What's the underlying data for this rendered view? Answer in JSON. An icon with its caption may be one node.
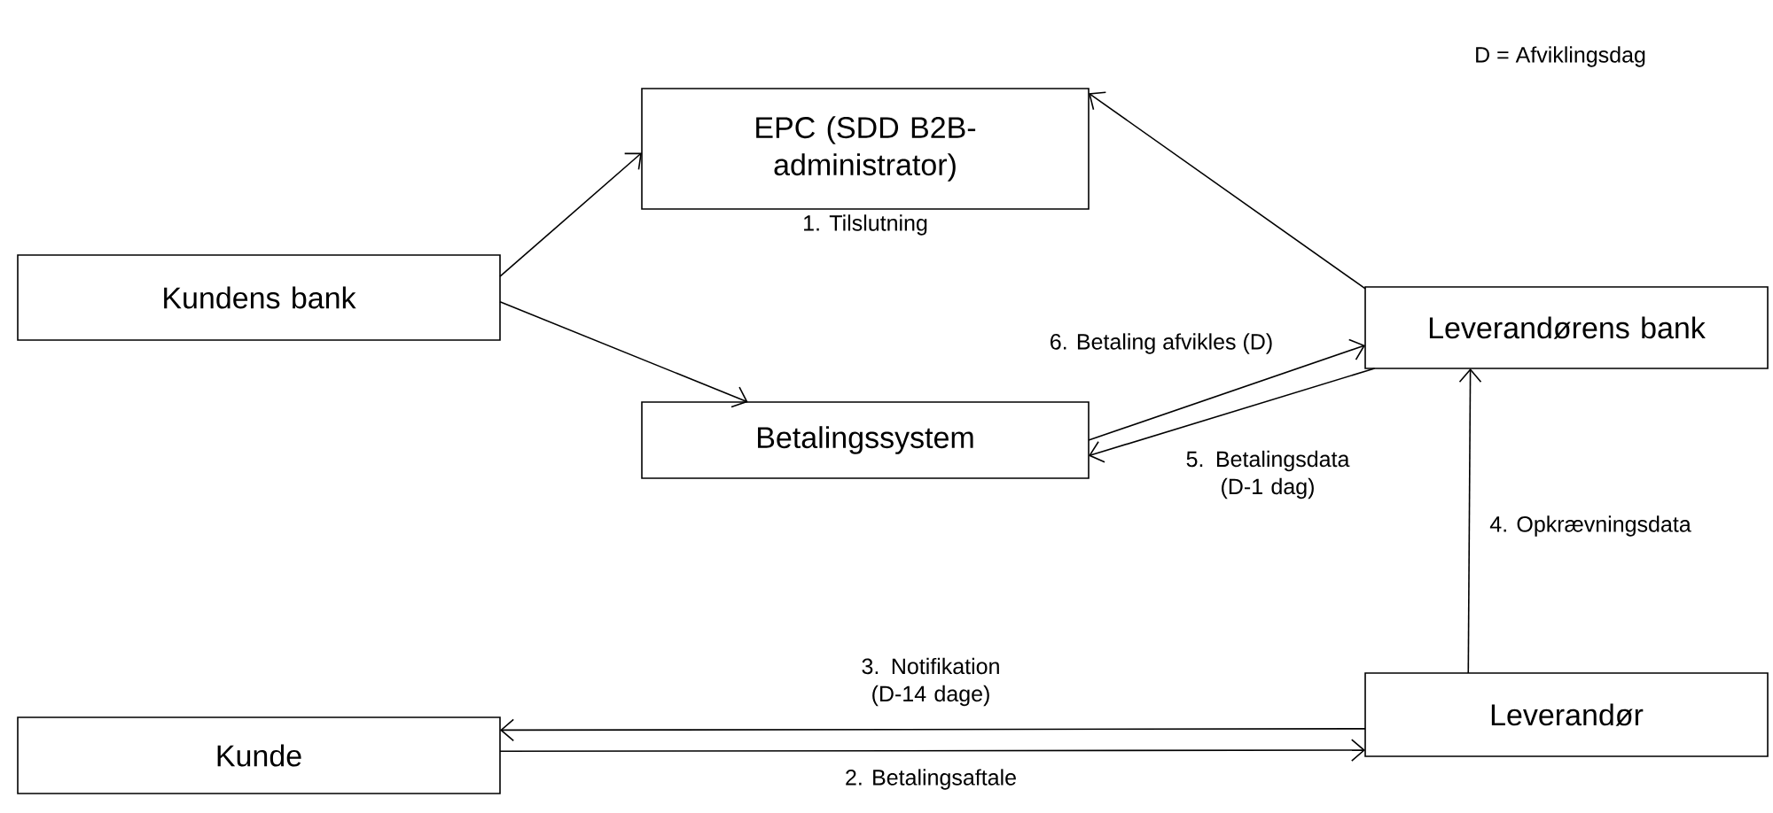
{
  "diagram": {
    "nodes": [
      {
        "text": [
          "EPC (SDD B2B-administrator)"
        ]
      },
      {
        "text": [
          "Kundens bank"
        ]
      },
      {
        "text": [
          "Leverandørens bank"
        ]
      },
      {
        "text": [
          "Betalingssystem"
        ]
      },
      {
        "text": [
          "Kunde"
        ]
      },
      {
        "text": [
          "Leverandør"
        ]
      }
    ],
    "edges": [
      {
        "from": 1,
        "to": 0,
        "arrow": "to"
      },
      {
        "from": 2,
        "to": 0,
        "arrow": "to"
      },
      {
        "from": 1,
        "to": 3,
        "arrow": "to"
      },
      {
        "from": 3,
        "to": 2,
        "arrow": "to",
        "label": "6. Betaling afvikles (D)"
      },
      {
        "from": 2,
        "to": 3,
        "arrow": "to",
        "label": "5. Betalingsdata (D-1 dag)"
      },
      {
        "from": 5,
        "to": 2,
        "arrow": "to",
        "label": "4. Opkrævningsdata"
      },
      {
        "from": 5,
        "to": 4,
        "arrow": "to",
        "label": "3. Notifikation (D-14 dage)"
      },
      {
        "from": 4,
        "to": 5,
        "arrow": "to",
        "label": "2. Betalingsaftale"
      }
    ],
    "labels": [
      "D = Afviklingsdag",
      "1. Tilslutning"
    ]
  }
}
